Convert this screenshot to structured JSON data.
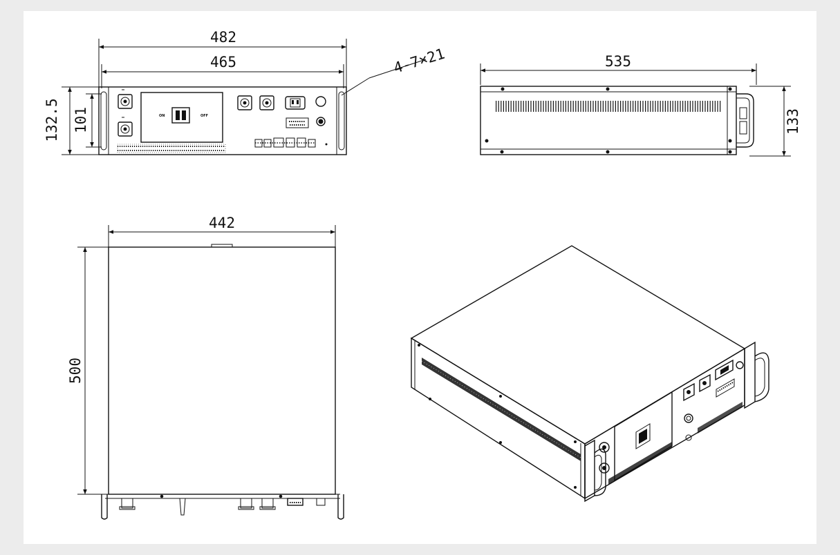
{
  "front_view": {
    "overall_width": "482",
    "rack_width": "465",
    "overall_height": "132.5",
    "body_height": "101",
    "hole_spec": "4-7×21",
    "switch_on": "ON",
    "switch_off": "OFF"
  },
  "side_view": {
    "depth": "535",
    "height": "133"
  },
  "top_view": {
    "width": "442",
    "depth": "500"
  },
  "colors": {
    "line": "#111111",
    "sheet": "#ffffff",
    "background": "#ececec"
  }
}
